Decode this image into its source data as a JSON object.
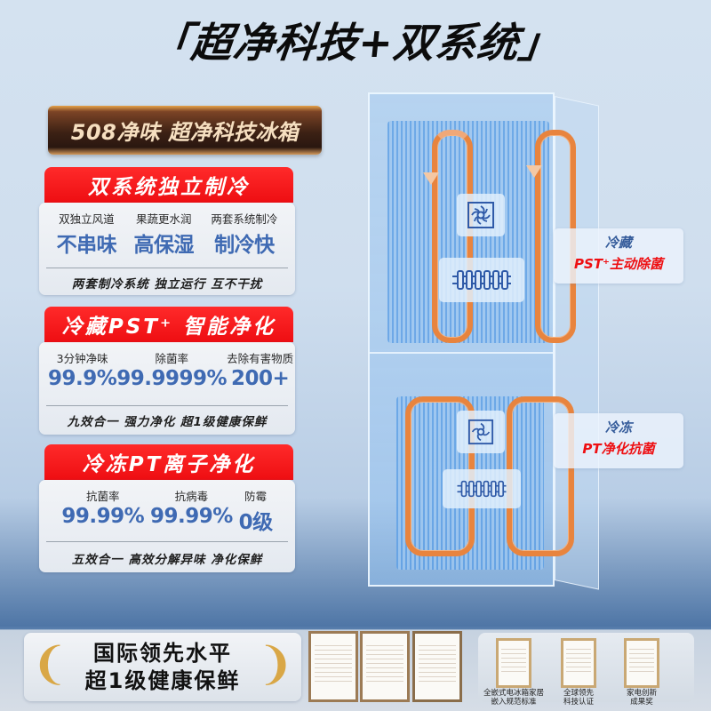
{
  "title": "「超净科技+双系统」",
  "brand_banner": "508净味 超净科技冰箱",
  "sections": [
    {
      "header": "双系统独立制冷",
      "stats": [
        {
          "label": "双独立风道",
          "value": "不串味"
        },
        {
          "label": "果蔬更水润",
          "value": "高保湿"
        },
        {
          "label": "两套系统制冷",
          "value": "制冷快"
        }
      ],
      "footer": "两套制冷系统 独立运行 互不干扰"
    },
    {
      "header": "冷藏PST⁺ 智能净化",
      "stats": [
        {
          "label": "3分钟净味",
          "value": "99.9%"
        },
        {
          "label": "除菌率",
          "value": "99.9999%"
        },
        {
          "label": "去除有害物质",
          "value": "200+"
        }
      ],
      "footer": "九效合一 强力净化 超1级健康保鲜"
    },
    {
      "header": "冷冻PT离子净化",
      "stats": [
        {
          "label": "抗菌率",
          "value": "99.99%"
        },
        {
          "label": "抗病毒",
          "value": "99.99%"
        },
        {
          "label": "防霉",
          "value": "0级"
        }
      ],
      "footer": "五效合一 高效分解异味  净化保鲜"
    }
  ],
  "fridge_tags": [
    {
      "title": "冷藏",
      "subtitle": "PST⁺主动除菌"
    },
    {
      "title": "冷冻",
      "subtitle": "PT净化抗菌"
    }
  ],
  "fridge_icons": [
    "fan-icon",
    "evaporator-icon"
  ],
  "honor": {
    "line1": "国际领先水平",
    "line2": "超1级健康保鲜"
  },
  "certificates": [
    {
      "label_line1": "全嵌式电冰箱家居",
      "label_line2": "嵌入规范标准"
    },
    {
      "label_line1": "全球领先",
      "label_line2": "科技认证"
    },
    {
      "label_line1": "家电创新",
      "label_line2": "成果奖"
    }
  ],
  "colors": {
    "accent_red": "#ee0e12",
    "value_blue": "#3f6ab3",
    "copper": "#e8843e",
    "gold": "#d9a746"
  }
}
